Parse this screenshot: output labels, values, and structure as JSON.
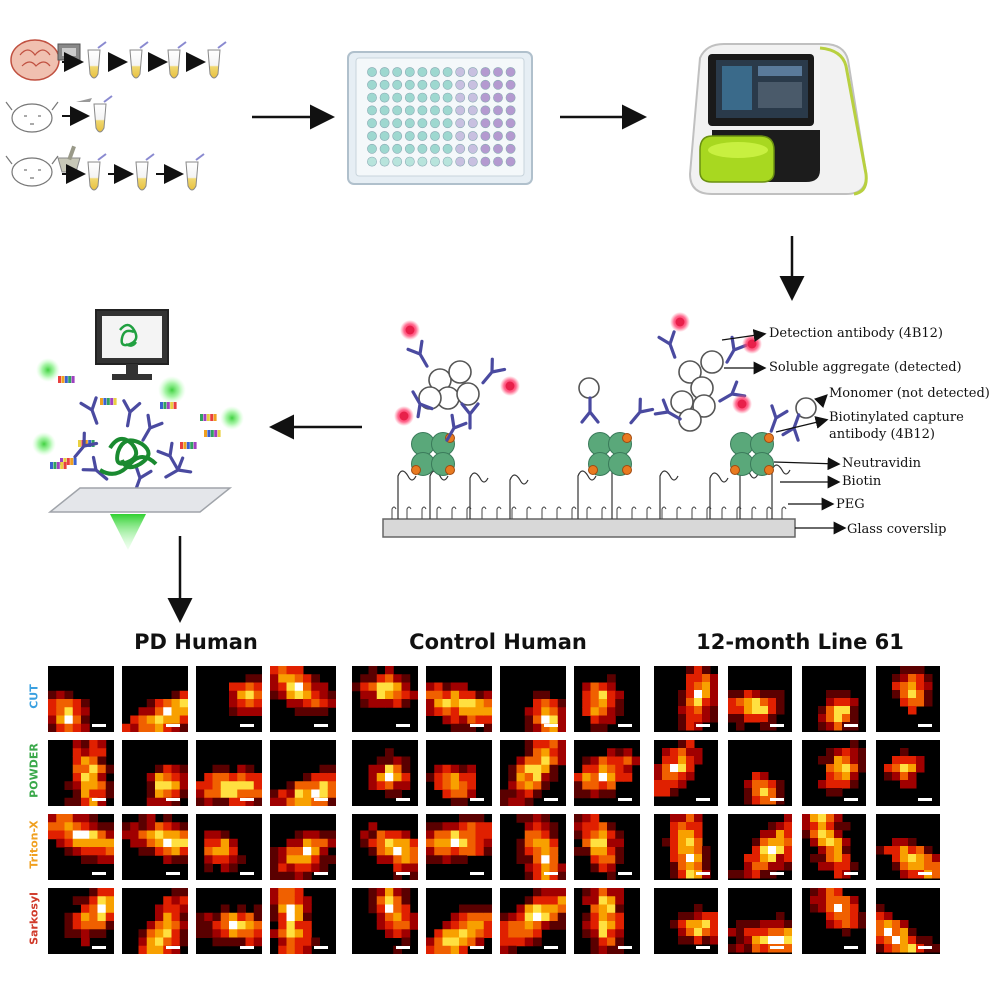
{
  "capture_labels": {
    "detection_antibody": "Detection antibody (4B12)",
    "soluble_aggregate": "Soluble aggregate (detected)",
    "monomer": "Monomer (not detected)",
    "biotinylated_capture_line1": "Biotinylated capture",
    "biotinylated_capture_line2": "antibody (4B12)",
    "neutravidin": "Neutravidin",
    "biotin": "Biotin",
    "peg": "PEG",
    "glass": "Glass coverslip"
  },
  "columns": [
    "PD Human",
    "Control Human",
    "12-month Line 61"
  ],
  "rows": [
    {
      "label": "CUT",
      "color": "#3aa0e0"
    },
    {
      "label": "POWDER",
      "color": "#3aa84a"
    },
    {
      "label": "Triton-X",
      "color": "#f0a020"
    },
    {
      "label": "Sarkosyl",
      "color": "#d03a2a"
    }
  ],
  "colors": {
    "arrow": "#111111",
    "antibody": "#4a4aa0",
    "neutravidin": "#5aa87a",
    "biotin": "#e87a20",
    "fluorophore": "#e8204a",
    "glass": "#d8d8d8"
  }
}
